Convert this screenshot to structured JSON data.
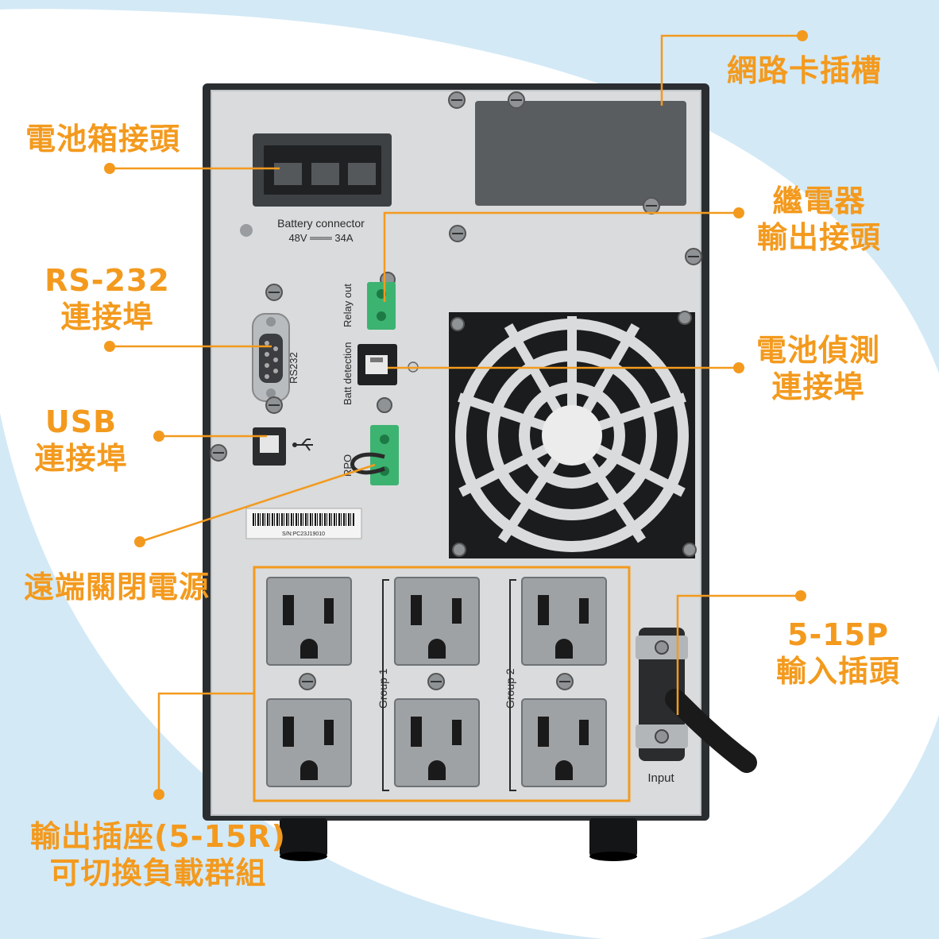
{
  "colors": {
    "accent": "#f39a1e",
    "background_blue": "#d3e9f6",
    "panel": "#d9dbdc",
    "casing": "#2b2e31"
  },
  "device": {
    "battery_connector_label": "Battery connector",
    "battery_connector_rating": "48V ═══ 34A",
    "rs232_label": "RS232",
    "relay_out_label": "Relay out",
    "batt_detection_label": "Batt detection",
    "rpo_label": "RPO",
    "group1_label": "Group 1",
    "group2_label": "Group 2",
    "input_label": "Input",
    "serial_number": "S/N:PC23J19010",
    "usb_symbol": "usb-icon"
  },
  "callouts": {
    "network_card_slot": [
      "網路卡插槽"
    ],
    "battery_pack_connector": [
      "電池箱接頭"
    ],
    "relay_output_connector": [
      "繼電器",
      "輸出接頭"
    ],
    "rs232_port": [
      "RS-232",
      "連接埠"
    ],
    "battery_detection_port": [
      "電池偵測",
      "連接埠"
    ],
    "usb_port": [
      "USB",
      "連接埠"
    ],
    "remote_power_off": [
      "遠端關閉電源"
    ],
    "input_plug": [
      "5-15P",
      "輸入插頭"
    ],
    "output_outlets": [
      "輸出插座(5-15R)",
      "可切換負載群組"
    ]
  }
}
